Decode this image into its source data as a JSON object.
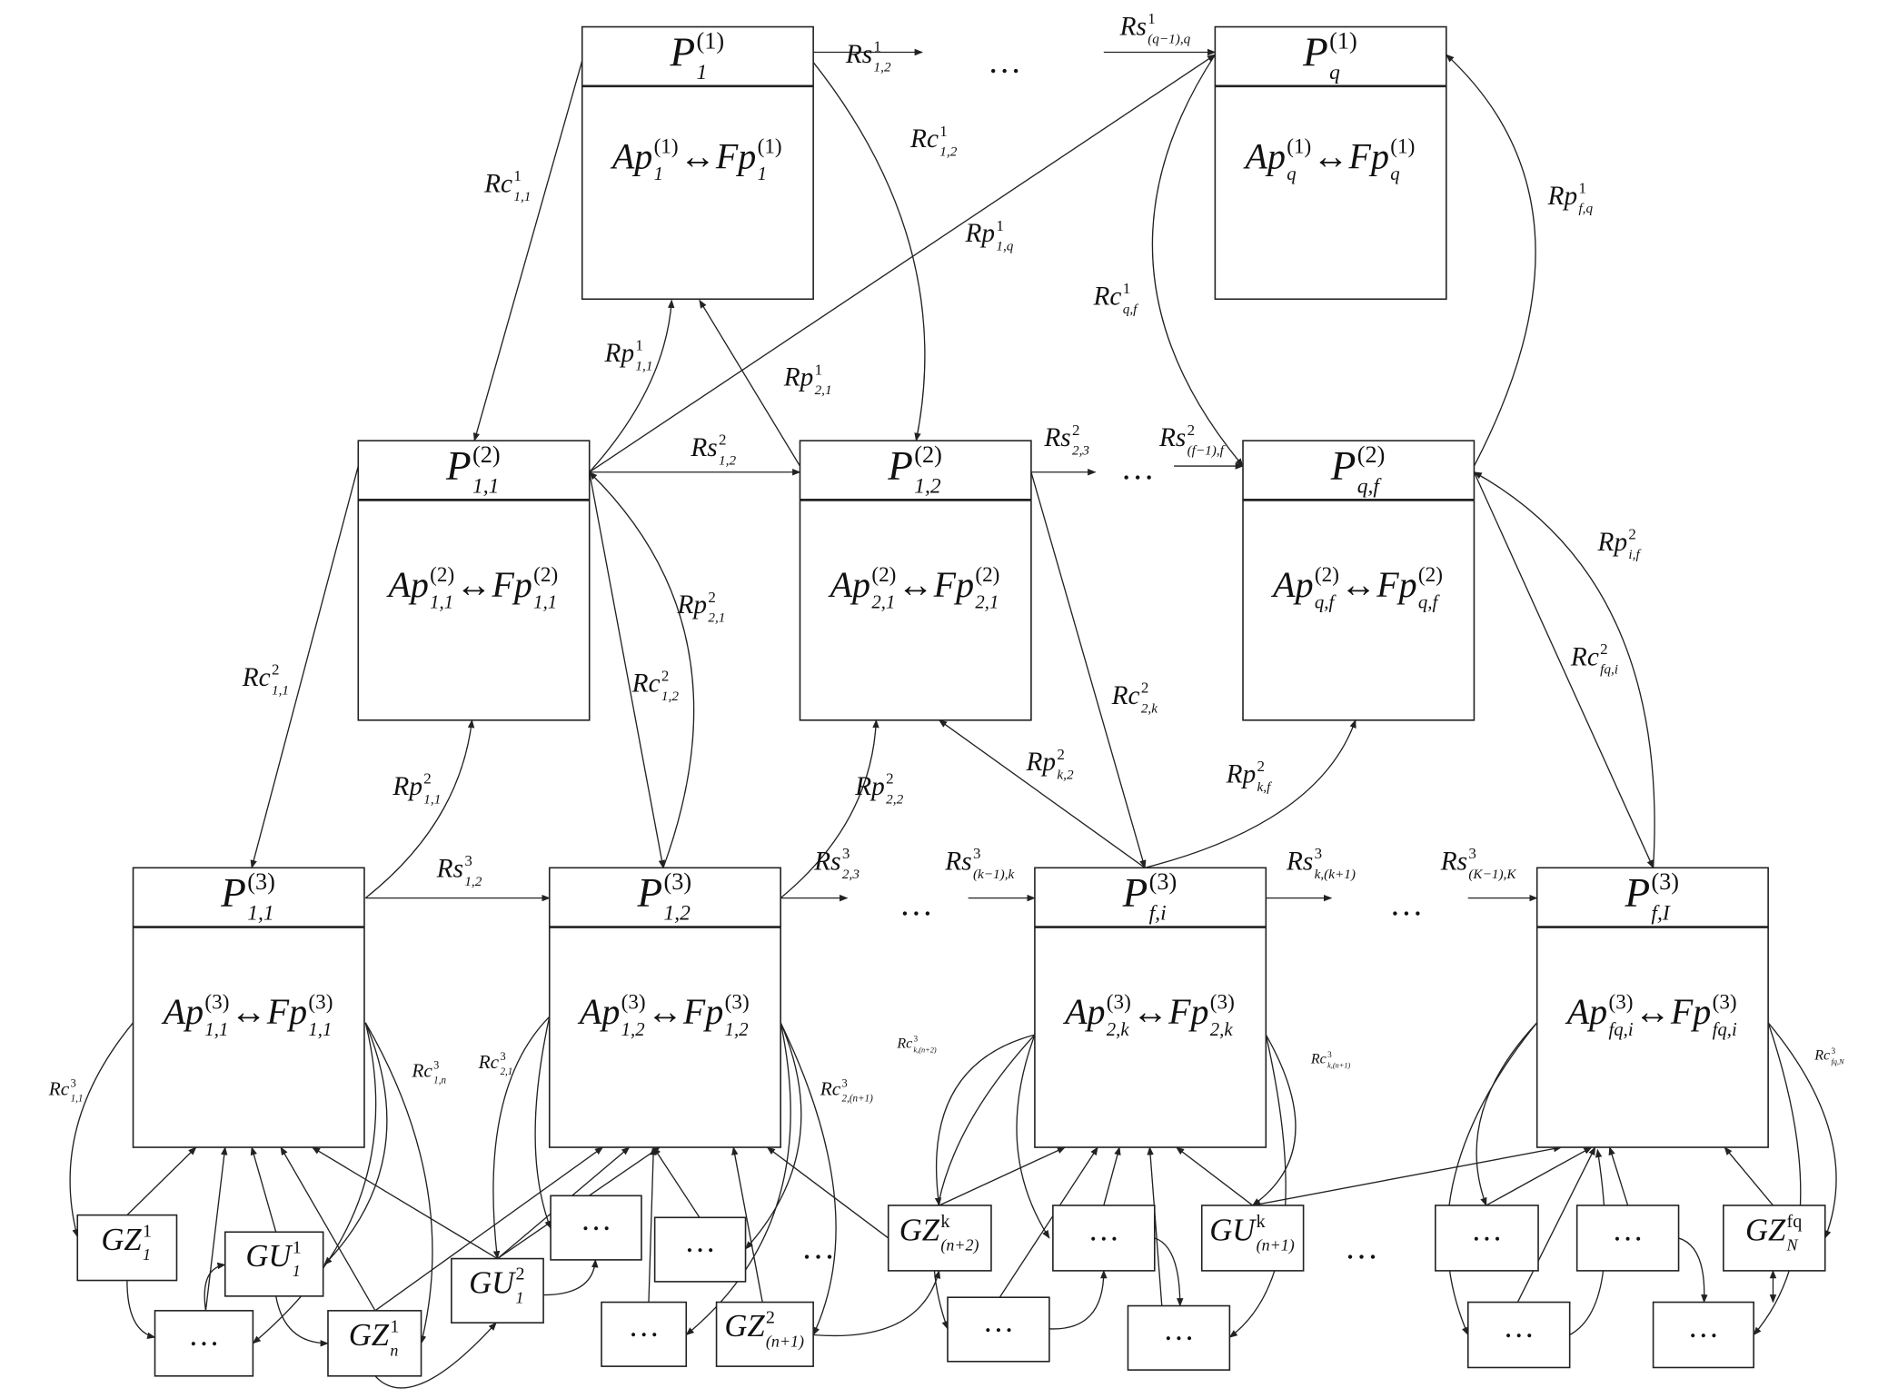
{
  "colors": {
    "stroke": "#222222",
    "background": "#ffffff"
  },
  "boxes": [
    {
      "id": "p1-1",
      "header": {
        "base": "P",
        "sup": "(1)",
        "sub": "1"
      },
      "body": [
        {
          "base": "Ap",
          "sup": "(1)",
          "sub": "1"
        },
        {
          "base": " ↔ "
        },
        {
          "base": "Fp",
          "sup": "(1)",
          "sub": "1"
        }
      ]
    },
    {
      "id": "p1-q",
      "header": {
        "base": "P",
        "sup": "(1)",
        "sub": "q"
      },
      "body": [
        {
          "base": "Ap",
          "sup": "(1)",
          "sub": "q"
        },
        {
          "base": " ↔ "
        },
        {
          "base": "Fp",
          "sup": "(1)",
          "sub": "q"
        }
      ]
    },
    {
      "id": "p2-11",
      "header": {
        "base": "P",
        "sup": "(2)",
        "sub": "1,1"
      },
      "body": [
        {
          "base": "Ap",
          "sup": "(2)",
          "sub": "1,1"
        },
        {
          "base": " ↔ "
        },
        {
          "base": "Fp",
          "sup": "(2)",
          "sub": "1,1"
        }
      ]
    },
    {
      "id": "p2-12",
      "header": {
        "base": "P",
        "sup": "(2)",
        "sub": "1,2"
      },
      "body": [
        {
          "base": "Ap",
          "sup": "(2)",
          "sub": "2,1"
        },
        {
          "base": " ↔ "
        },
        {
          "base": "Fp",
          "sup": "(2)",
          "sub": "2,1"
        }
      ]
    },
    {
      "id": "p2-qf",
      "header": {
        "base": "P",
        "sup": "(2)",
        "sub": "q,f"
      },
      "body": [
        {
          "base": "Ap",
          "sup": "(2)",
          "sub": "q,f"
        },
        {
          "base": " ↔ "
        },
        {
          "base": "Fp",
          "sup": "(2)",
          "sub": "q,f"
        }
      ]
    },
    {
      "id": "p3-11",
      "header": {
        "base": "P",
        "sup": "(3)",
        "sub": "1,1"
      },
      "body": [
        {
          "base": "Ap",
          "sup": "(3)",
          "sub": "1,1"
        },
        {
          "base": " ↔ "
        },
        {
          "base": "Fp",
          "sup": "(3)",
          "sub": "1,1"
        }
      ]
    },
    {
      "id": "p3-12",
      "header": {
        "base": "P",
        "sup": "(3)",
        "sub": "1,2"
      },
      "body": [
        {
          "base": "Ap",
          "sup": "(3)",
          "sub": "1,2"
        },
        {
          "base": " ↔ "
        },
        {
          "base": "Fp",
          "sup": "(3)",
          "sub": "1,2"
        }
      ]
    },
    {
      "id": "p3-fi",
      "header": {
        "base": "P",
        "sup": "(3)",
        "sub": "f,i"
      },
      "body": [
        {
          "base": "Ap",
          "sup": "(3)",
          "sub": "2,k"
        },
        {
          "base": " ↔ "
        },
        {
          "base": "Fp",
          "sup": "(3)",
          "sub": "2,k"
        }
      ]
    },
    {
      "id": "p3-fI",
      "header": {
        "base": "P",
        "sup": "(3)",
        "sub": "f,I"
      },
      "body": [
        {
          "base": "Ap",
          "sup": "(3)",
          "sub": "fq,i"
        },
        {
          "base": " ↔ "
        },
        {
          "base": "Fp",
          "sup": "(3)",
          "sub": "fq,i"
        }
      ]
    }
  ],
  "small_boxes": [
    {
      "base": "GZ",
      "sup": "1",
      "sub": "1"
    },
    {
      "base": "GU",
      "sup": "1",
      "sub": "1"
    },
    {
      "base": "…"
    },
    {
      "base": "GZ",
      "sup": "1",
      "sub": "n"
    },
    {
      "base": "GU",
      "sup": "2",
      "sub": "1"
    },
    {
      "base": "…"
    },
    {
      "base": "…"
    },
    {
      "base": "…"
    },
    {
      "base": "GZ",
      "sup": "2",
      "sub": "(n+1)"
    },
    {
      "base": "GZ",
      "sup": "k",
      "sub": "(n+2)"
    },
    {
      "base": "…"
    },
    {
      "base": "GU",
      "sup": "k",
      "sub": "(n+1)"
    },
    {
      "base": "…"
    },
    {
      "base": "…"
    },
    {
      "base": "…"
    },
    {
      "base": "…"
    },
    {
      "base": "GZ",
      "sup": "fq",
      "sub": "N"
    },
    {
      "base": "…"
    },
    {
      "base": "…"
    }
  ],
  "edge_labels": [
    {
      "base": "Rs",
      "sup": "1",
      "sub": "1,2"
    },
    {
      "base": "Rs",
      "sup": "1",
      "sub": "(q−1),q"
    },
    {
      "base": "Rc",
      "sup": "1",
      "sub": "1,1"
    },
    {
      "base": "Rc",
      "sup": "1",
      "sub": "1,2"
    },
    {
      "base": "Rp",
      "sup": "1",
      "sub": "1,q"
    },
    {
      "base": "Rc",
      "sup": "1",
      "sub": "q,f"
    },
    {
      "base": "Rp",
      "sup": "1",
      "sub": "f,q"
    },
    {
      "base": "Rp",
      "sup": "1",
      "sub": "1,1"
    },
    {
      "base": "Rp",
      "sup": "1",
      "sub": "2,1"
    },
    {
      "base": "Rs",
      "sup": "2",
      "sub": "1,2"
    },
    {
      "base": "Rs",
      "sup": "2",
      "sub": "2,3"
    },
    {
      "base": "Rs",
      "sup": "2",
      "sub": "(f−1),f"
    },
    {
      "base": "Rp",
      "sup": "2",
      "sub": "i,f"
    },
    {
      "base": "Rp",
      "sup": "2",
      "sub": "2,1"
    },
    {
      "base": "Rc",
      "sup": "2",
      "sub": "1,1"
    },
    {
      "base": "Rc",
      "sup": "2",
      "sub": "1,2"
    },
    {
      "base": "Rc",
      "sup": "2",
      "sub": "2,k"
    },
    {
      "base": "Rc",
      "sup": "2",
      "sub": "fq,i"
    },
    {
      "base": "Rp",
      "sup": "2",
      "sub": "1,1"
    },
    {
      "base": "Rp",
      "sup": "2",
      "sub": "2,2"
    },
    {
      "base": "Rp",
      "sup": "2",
      "sub": "k,2"
    },
    {
      "base": "Rp",
      "sup": "2",
      "sub": "k,f"
    },
    {
      "base": "Rs",
      "sup": "3",
      "sub": "1,2"
    },
    {
      "base": "Rs",
      "sup": "3",
      "sub": "2,3"
    },
    {
      "base": "Rs",
      "sup": "3",
      "sub": "(k−1),k"
    },
    {
      "base": "Rs",
      "sup": "3",
      "sub": "k,(k+1)"
    },
    {
      "base": "Rs",
      "sup": "3",
      "sub": "(K−1),K"
    },
    {
      "base": "Rc",
      "sup": "3",
      "sub": "1,1"
    },
    {
      "base": "Rc",
      "sup": "3",
      "sub": "1,n"
    },
    {
      "base": "Rc",
      "sup": "3",
      "sub": "2,1"
    },
    {
      "base": "Rc",
      "sup": "3",
      "sub": "2,(n+1)"
    },
    {
      "base": "Rc",
      "sup": "3",
      "sub": "k,(n+2)"
    },
    {
      "base": "Rc",
      "sup": "3",
      "sub": "k,(n+1)"
    },
    {
      "base": "Rc",
      "sup": "3",
      "sub": "fq,N"
    }
  ],
  "ellipses": [
    "…",
    "…",
    "…",
    "…",
    "…",
    "…",
    "…"
  ]
}
